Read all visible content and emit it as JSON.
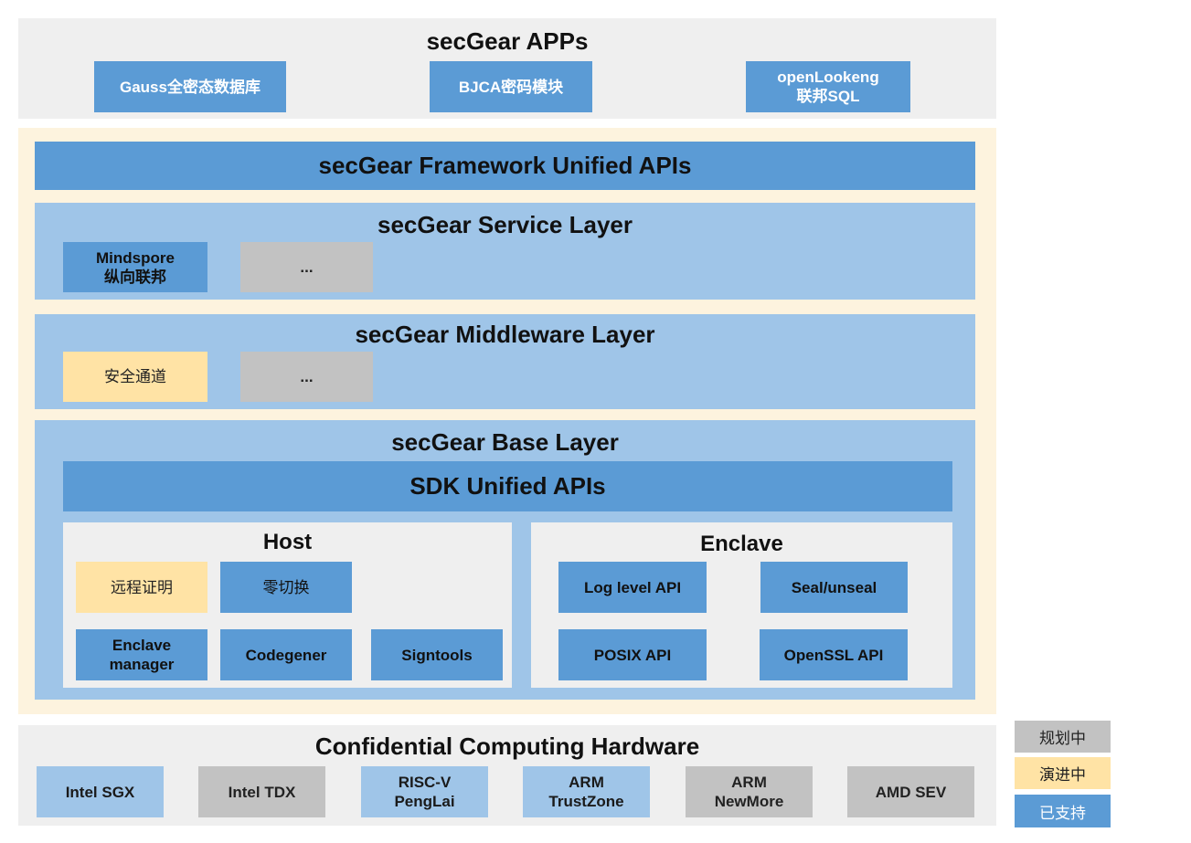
{
  "apps": {
    "title": "secGear APPs",
    "items": [
      {
        "line1": "Gauss全密态数据库",
        "line2": ""
      },
      {
        "line1": "BJCA密码模块",
        "line2": ""
      },
      {
        "line1": "openLookeng",
        "line2": "联邦SQL"
      }
    ]
  },
  "framework": {
    "unified_apis": "secGear Framework Unified APIs",
    "service_layer": {
      "title": "secGear Service Layer",
      "items": [
        {
          "line1": "Mindspore",
          "line2": "纵向联邦"
        },
        {
          "line1": "...",
          "line2": ""
        }
      ]
    },
    "middleware_layer": {
      "title": "secGear Middleware Layer",
      "items": [
        {
          "line1": "安全通道",
          "line2": ""
        },
        {
          "line1": "...",
          "line2": ""
        }
      ]
    },
    "base_layer": {
      "title": "secGear Base Layer",
      "sdk_apis": "SDK Unified APIs",
      "host": {
        "title": "Host",
        "items": [
          {
            "line1": "远程证明",
            "line2": ""
          },
          {
            "line1": "零切换",
            "line2": ""
          },
          {
            "line1": "Enclave",
            "line2": "manager"
          },
          {
            "line1": "Codegener",
            "line2": ""
          },
          {
            "line1": "Signtools",
            "line2": ""
          }
        ]
      },
      "enclave": {
        "title": "Enclave",
        "items": [
          {
            "line1": "Log level API",
            "line2": ""
          },
          {
            "line1": "Seal/unseal",
            "line2": ""
          },
          {
            "line1": "POSIX API",
            "line2": ""
          },
          {
            "line1": "OpenSSL API",
            "line2": ""
          }
        ]
      }
    }
  },
  "hardware": {
    "title": "Confidential Computing Hardware",
    "items": [
      {
        "line1": "Intel SGX",
        "line2": ""
      },
      {
        "line1": "Intel TDX",
        "line2": ""
      },
      {
        "line1": "RISC-V",
        "line2": "PengLai"
      },
      {
        "line1": "ARM",
        "line2": "TrustZone"
      },
      {
        "line1": "ARM",
        "line2": "NewMore"
      },
      {
        "line1": "AMD SEV",
        "line2": ""
      }
    ]
  },
  "legend": {
    "items": [
      {
        "label": "规划中",
        "color": "#c2c2c2"
      },
      {
        "label": "演进中",
        "color": "#ffe3a5"
      },
      {
        "label": "已支持",
        "color": "#5b9bd5"
      }
    ]
  }
}
